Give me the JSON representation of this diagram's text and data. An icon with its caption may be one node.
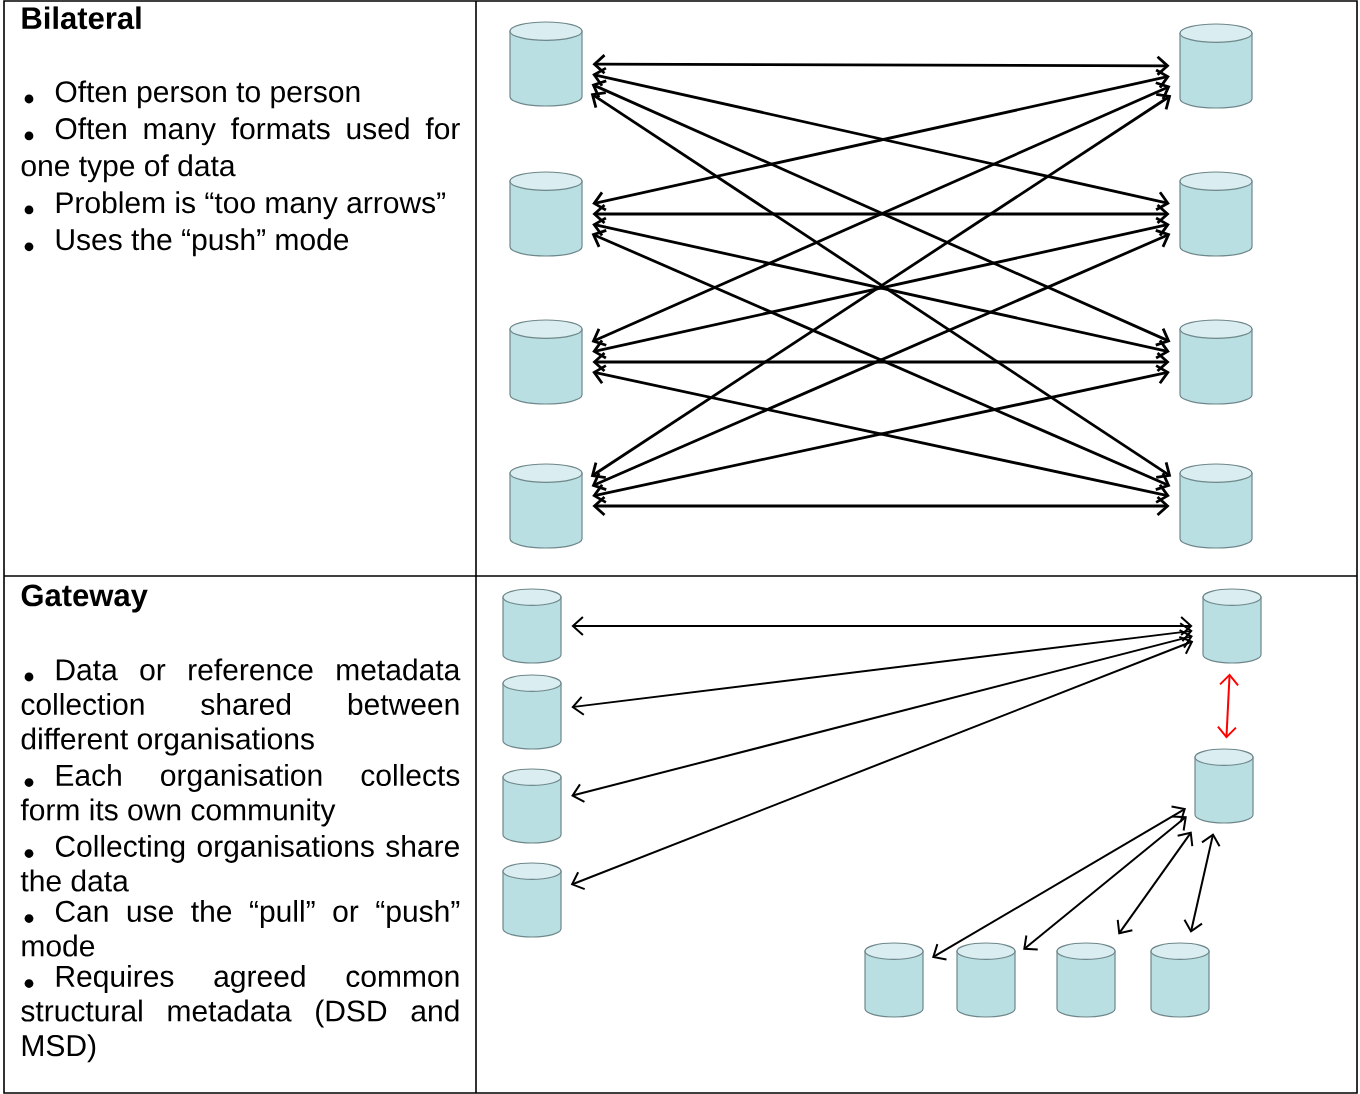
{
  "diagram": {
    "nodes": [
      {
        "text": [],
        "shape": "cylinder"
      },
      {
        "text": [],
        "shape": "cylinder"
      },
      {
        "text": [],
        "shape": "cylinder"
      },
      {
        "text": [],
        "shape": "cylinder"
      },
      {
        "text": [],
        "shape": "cylinder"
      },
      {
        "text": [],
        "shape": "cylinder"
      },
      {
        "text": [],
        "shape": "cylinder"
      },
      {
        "text": [],
        "shape": "cylinder"
      },
      {
        "text": [],
        "shape": "cylinder"
      },
      {
        "text": [],
        "shape": "cylinder"
      },
      {
        "text": [],
        "shape": "cylinder"
      },
      {
        "text": [],
        "shape": "cylinder"
      },
      {
        "text": [],
        "shape": "cylinder"
      },
      {
        "text": [],
        "shape": "cylinder"
      },
      {
        "text": [],
        "shape": "cylinder"
      },
      {
        "text": [],
        "shape": "cylinder"
      },
      {
        "text": [],
        "shape": "cylinder"
      },
      {
        "text": [],
        "shape": "cylinder"
      }
    ],
    "edges": [
      {
        "from": 0,
        "to": 1,
        "arrow": "both"
      },
      {
        "from": 0,
        "to": 3,
        "arrow": "both"
      },
      {
        "from": 0,
        "to": 5,
        "arrow": "both"
      },
      {
        "from": 0,
        "to": 7,
        "arrow": "both"
      },
      {
        "from": 2,
        "to": 1,
        "arrow": "both"
      },
      {
        "from": 2,
        "to": 3,
        "arrow": "both"
      },
      {
        "from": 2,
        "to": 5,
        "arrow": "both"
      },
      {
        "from": 2,
        "to": 7,
        "arrow": "both"
      },
      {
        "from": 4,
        "to": 1,
        "arrow": "both"
      },
      {
        "from": 4,
        "to": 3,
        "arrow": "both"
      },
      {
        "from": 4,
        "to": 5,
        "arrow": "both"
      },
      {
        "from": 4,
        "to": 7,
        "arrow": "both"
      },
      {
        "from": 6,
        "to": 1,
        "arrow": "both"
      },
      {
        "from": 6,
        "to": 3,
        "arrow": "both"
      },
      {
        "from": 6,
        "to": 5,
        "arrow": "both"
      },
      {
        "from": 6,
        "to": 7,
        "arrow": "both"
      },
      {
        "from": 8,
        "to": 9,
        "arrow": "both"
      },
      {
        "from": 10,
        "to": 9,
        "arrow": "both"
      },
      {
        "from": 12,
        "to": 9,
        "arrow": "both"
      },
      {
        "from": 13,
        "to": 9,
        "arrow": "both"
      },
      {
        "from": 9,
        "to": 11,
        "arrow": "both",
        "color": "#ff0000"
      },
      {
        "from": 11,
        "to": 14,
        "arrow": "both"
      },
      {
        "from": 11,
        "to": 15,
        "arrow": "both"
      },
      {
        "from": 11,
        "to": 16,
        "arrow": "both"
      },
      {
        "from": 11,
        "to": 17,
        "arrow": "both"
      }
    ],
    "labels": [
      "Bilateral",
      "Often person to person",
      "Often many formats used for one type of data",
      "Problem is “too many arrows”",
      "Uses the “push” mode",
      "Gateway",
      "Data or reference metadata collection shared between different organisations",
      "Each organisation collects form its own community",
      "Collecting organisations share the data",
      "Can use the “pull” or “push” mode",
      "Requires agreed common structural metadata (DSD and MSD)"
    ]
  }
}
